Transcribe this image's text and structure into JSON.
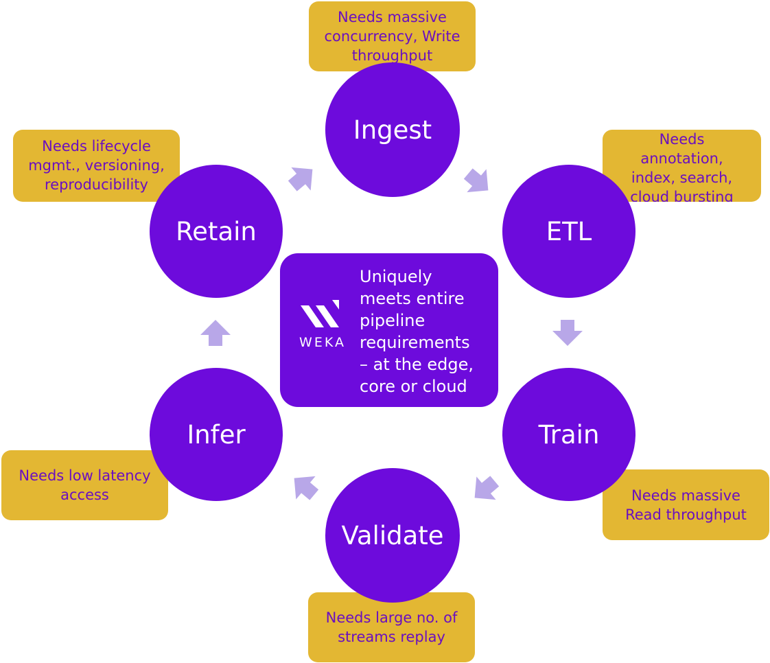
{
  "stages": {
    "ingest": "Ingest",
    "etl": "ETL",
    "train": "Train",
    "validate": "Validate",
    "infer": "Infer",
    "retain": "Retain"
  },
  "notes": {
    "ingest": [
      "Needs massive",
      "concurrency, Write",
      "throughput"
    ],
    "etl": [
      "Needs",
      "annotation,",
      "index, search,",
      "cloud bursting"
    ],
    "train": [
      "Needs massive",
      "Read throughput"
    ],
    "validate": [
      "Needs large no. of",
      "streams replay"
    ],
    "infer": [
      "Needs low latency",
      "access"
    ],
    "retain": [
      "Needs lifecycle",
      "mgmt., versioning,",
      "reproducibility"
    ]
  },
  "center": {
    "logo_text": "WEKA",
    "lines": [
      "Uniquely",
      "meets entire",
      "pipeline",
      "requirements",
      "– at the edge,",
      "core or cloud"
    ]
  },
  "colors": {
    "stage_fill": "#6d0bdc",
    "note_fill": "#e3b733",
    "note_text": "#6a0fc0",
    "arrow_fill": "#b8a7e8"
  }
}
